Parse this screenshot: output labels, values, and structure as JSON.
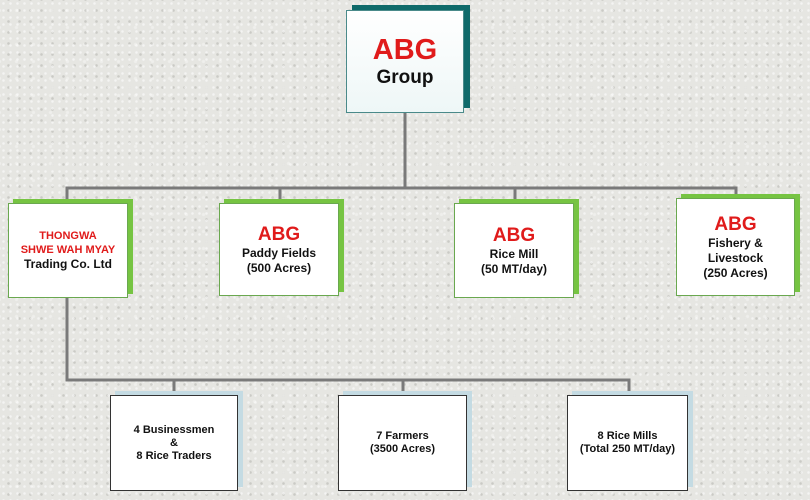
{
  "top": {
    "brand": "ABG",
    "subtitle": "Group"
  },
  "divisions": [
    {
      "brand_line1": "THONGWA",
      "brand_line2": "SHWE WAH MYAY",
      "detail": "Trading Co. Ltd"
    },
    {
      "brand": "ABG",
      "line1": "Paddy Fields",
      "line2": "(500 Acres)"
    },
    {
      "brand": "ABG",
      "line1": "Rice Mill",
      "line2": "(50 MT/day)"
    },
    {
      "brand": "ABG",
      "line1": "Fishery &",
      "line2": "Livestock",
      "line3": "(250 Acres)"
    }
  ],
  "network": [
    {
      "line1": "4 Businessmen",
      "line2": "&",
      "line3": "8 Rice Traders"
    },
    {
      "line1": "7 Farmers",
      "line2": "(3500 Acres)"
    },
    {
      "line1": "8 Rice Mills",
      "line2": "(Total 250 MT/day)"
    }
  ],
  "colors": {
    "brand_red": "#e01b1b",
    "top_shadow": "#0f6a6a",
    "division_shadow": "#76c442",
    "network_shadow": "#c4dbe3",
    "connector": "#7a7a7a"
  }
}
